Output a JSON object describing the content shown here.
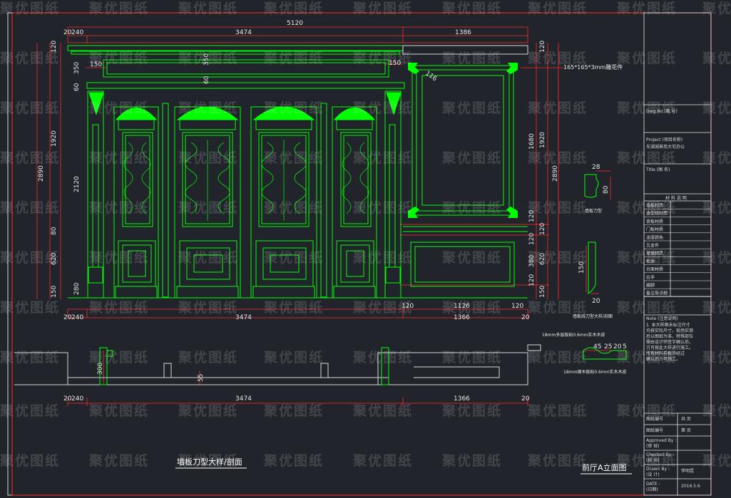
{
  "watermark": "聚优图纸",
  "colors": {
    "background": "#21252b",
    "cad_green": "#00ff00",
    "dim_red": "#ff2a2a",
    "frame_white": "#e6e6e6"
  },
  "dims": {
    "overall_width": "5120",
    "top_a": "20",
    "top_b": "240",
    "top_c": "3474",
    "top_d": "1386",
    "left_120": "120",
    "left_350": "350",
    "left_60": "60",
    "left_1920": "1920",
    "left_2890": "2890",
    "left_2120": "2120",
    "left_80": "80",
    "left_620": "620",
    "left_150": "150",
    "left_280": "280",
    "mid_350": "350",
    "mid_60": "60",
    "mid_150a": "150",
    "mid_150b": "150",
    "panel_116": "116",
    "right_120a": "120",
    "right_1680": "1680",
    "right_120b": "120",
    "right_120c": "120",
    "right_380": "380",
    "right_120d": "120",
    "right_1920": "1920",
    "right_2890": "2890",
    "right_620": "620",
    "right_120e": "120",
    "right_150": "150",
    "bot_20": "20",
    "bot_240": "240",
    "bot_3474": "3474",
    "bot_1366": "1366",
    "bot_20b": "20",
    "bot_120a": "120",
    "bot_1126": "1126",
    "bot_120b": "120",
    "det_28": "28",
    "det_80": "80",
    "det_150": "150",
    "det_20": "20",
    "sec_45": "45",
    "sec_25": "25",
    "sec_20": "20",
    "sec_5": "5",
    "sec_300": "300",
    "sec_55": "55",
    "plan_20": "20",
    "plan_240": "240",
    "plan_3474": "3474",
    "plan_1366": "1366",
    "plan_20b": "20"
  },
  "labels": {
    "flower_note": "165*165*3mm雕花件",
    "title_left": "墙板刀型大样/剖面",
    "title_right": "前厅A立面图",
    "detail_1": "墙板刀型",
    "detail_2": "墙板线刀型大样/剖面",
    "section_note_1": "18mm多层板贴0.6mm实木木皮",
    "section_note_2": "18mm细木板贴0.6mm实木木皮"
  },
  "title_block": {
    "dwg_no": "Dwg No (图 号)",
    "project": "Project (项目名称)",
    "project_name": "东湖湖景苑大宅办公",
    "title": "Title (图 名)",
    "legend_header": "材 料 说 明",
    "rows": [
      "墙板材质",
      "造型线材质",
      "背板材质",
      "门板材质",
      "油漆颜色",
      "五金件",
      "玻璃材质",
      "柜体",
      "台面材质",
      "拉手",
      "踢脚",
      "备注等详细"
    ],
    "note_head": "Note (注意说明)",
    "note_lines": [
      "1. 本大样图未标注尺寸",
      "均按实际尺寸，现场实测",
      "后以图纸为准，特殊部位",
      "需由设计师签字确认后，",
      "方可按此大样进行施工。",
      "所有材料样板须经过",
      "确认后方可施工。"
    ],
    "approved_by": "Approved By :",
    "approved_cn": "(审 核)",
    "checked_by": "Checked By :",
    "checked_cn": "(校 对)",
    "drawn_by": "Drawn By :",
    "drawn_cn": "(设 计)",
    "drawn_value": "李明昆",
    "date": "DATE :",
    "date_cn": "(日期)",
    "date_value": "2016.5.6",
    "sheet_label": "图纸编号",
    "sheet_total_label": "共  页",
    "sheet_no_label": "图纸编号",
    "sheet_no_value": "第  页"
  }
}
